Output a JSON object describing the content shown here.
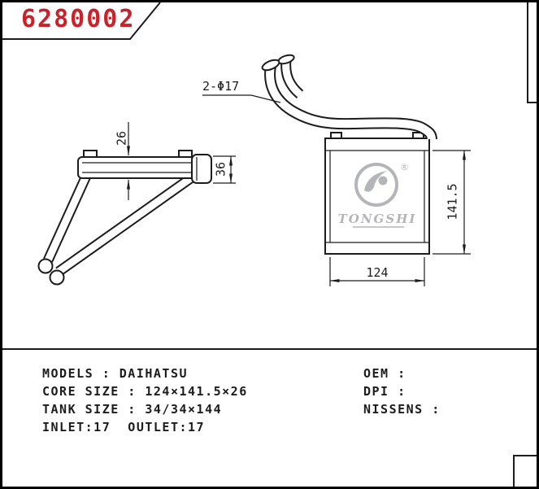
{
  "part_number": "6280002",
  "drawing": {
    "pipe_callout": "2-Φ17",
    "dim_depth": "26",
    "dim_tank": "36",
    "dim_width": "124",
    "dim_height": "141.5",
    "watermark_brand": "TONGSHI",
    "watermark_registered": "®"
  },
  "specs": {
    "left": [
      "MODELS : DAIHATSU",
      "CORE SIZE : 124×141.5×26",
      "TANK SIZE : 34/34×144",
      "INLET:17  OUTLET:17"
    ],
    "right": [
      "OEM :",
      "DPI :",
      "NISSENS :"
    ]
  },
  "colors": {
    "part_number_red": "#c8232b",
    "line_black": "#1c1c1c",
    "watermark_gray": "#b3b5b8"
  }
}
